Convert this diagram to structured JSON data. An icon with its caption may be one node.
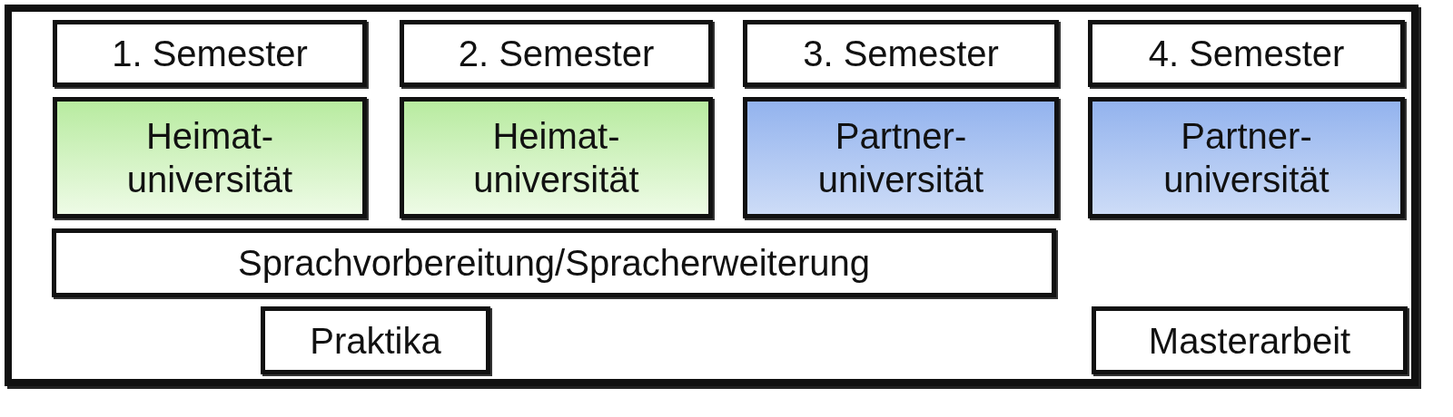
{
  "diagram": {
    "nodes": [
      {
        "text": [],
        "shape": "box"
      },
      {
        "text": [
          "1. Semester"
        ],
        "in": 0
      },
      {
        "text": [
          "2. Semester"
        ],
        "in": 0
      },
      {
        "text": [
          "3. Semester"
        ],
        "in": 0
      },
      {
        "text": [
          "4. Semester"
        ],
        "in": 0
      },
      {
        "text": [
          "Heimat- universität"
        ],
        "in": 0
      },
      {
        "text": [
          "Heimat- universität"
        ],
        "in": 0
      },
      {
        "text": [
          "Partner- universität"
        ],
        "in": 0
      },
      {
        "text": [
          "Partner- universität"
        ],
        "in": 0
      },
      {
        "text": [
          "Sprachvorbereitung/Spracherweiterung"
        ],
        "in": 0
      },
      {
        "text": [
          "Praktika"
        ],
        "in": 0
      },
      {
        "text": [
          "Masterarbeit"
        ],
        "in": 0
      }
    ]
  }
}
